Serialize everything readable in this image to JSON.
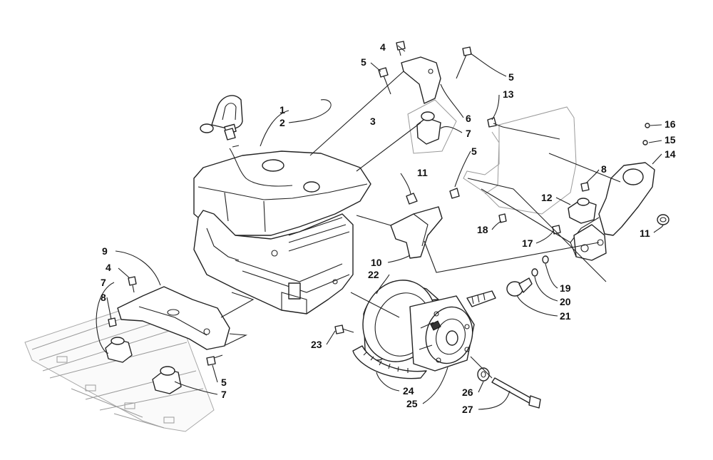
{
  "diagram": {
    "callouts": [
      {
        "id": "c1",
        "text": "1"
      },
      {
        "id": "c2",
        "text": "2"
      },
      {
        "id": "c3",
        "text": "3"
      },
      {
        "id": "c4a",
        "text": "4"
      },
      {
        "id": "c5a",
        "text": "5"
      },
      {
        "id": "c5b",
        "text": "5"
      },
      {
        "id": "c6",
        "text": "6"
      },
      {
        "id": "c7a",
        "text": "7"
      },
      {
        "id": "c13",
        "text": "13"
      },
      {
        "id": "c16",
        "text": "16"
      },
      {
        "id": "c15",
        "text": "15"
      },
      {
        "id": "c14",
        "text": "14"
      },
      {
        "id": "c5c",
        "text": "5"
      },
      {
        "id": "c11a",
        "text": "11"
      },
      {
        "id": "c8a",
        "text": "8"
      },
      {
        "id": "c12",
        "text": "12"
      },
      {
        "id": "c11b",
        "text": "11"
      },
      {
        "id": "c18",
        "text": "18"
      },
      {
        "id": "c17",
        "text": "17"
      },
      {
        "id": "c9",
        "text": "9"
      },
      {
        "id": "c10",
        "text": "10"
      },
      {
        "id": "c22",
        "text": "22"
      },
      {
        "id": "c4b",
        "text": "4"
      },
      {
        "id": "c7b",
        "text": "7"
      },
      {
        "id": "c8b",
        "text": "8"
      },
      {
        "id": "c19",
        "text": "19"
      },
      {
        "id": "c20",
        "text": "20"
      },
      {
        "id": "c21",
        "text": "21"
      },
      {
        "id": "c23",
        "text": "23"
      },
      {
        "id": "c5d",
        "text": "5"
      },
      {
        "id": "c7c",
        "text": "7"
      },
      {
        "id": "c24",
        "text": "24"
      },
      {
        "id": "c25",
        "text": "25"
      },
      {
        "id": "c26",
        "text": "26"
      },
      {
        "id": "c27",
        "text": "27"
      }
    ]
  }
}
